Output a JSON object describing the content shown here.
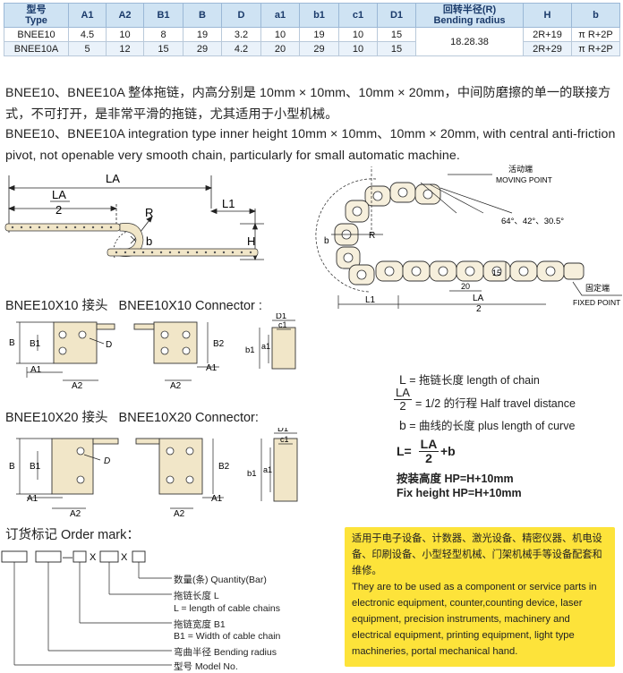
{
  "table": {
    "headers": [
      {
        "zh": "型号",
        "en": "Type"
      },
      {
        "zh": "",
        "en": "A1"
      },
      {
        "zh": "",
        "en": "A2"
      },
      {
        "zh": "",
        "en": "B1"
      },
      {
        "zh": "",
        "en": "B"
      },
      {
        "zh": "",
        "en": "D"
      },
      {
        "zh": "",
        "en": "a1"
      },
      {
        "zh": "",
        "en": "b1"
      },
      {
        "zh": "",
        "en": "c1"
      },
      {
        "zh": "",
        "en": "D1"
      },
      {
        "zh": "回转半径(R)",
        "en": "Bending radius"
      },
      {
        "zh": "",
        "en": "H"
      },
      {
        "zh": "",
        "en": "b"
      }
    ],
    "rows": [
      [
        "BNEE10",
        "4.5",
        "10",
        "8",
        "19",
        "3.2",
        "10",
        "19",
        "10",
        "15",
        "2R+19",
        "π R+2P"
      ],
      [
        "BNEE10A",
        "5",
        "12",
        "15",
        "29",
        "4.2",
        "20",
        "29",
        "10",
        "15",
        "2R+29",
        "π R+2P"
      ]
    ],
    "bending_radius": "18.28.38"
  },
  "desc_zh": "BNEE10、BNEE10A 整体拖链，内高分别是 10mm × 10mm、10mm × 20mm，中间防磨擦的单一的联接方式，不可打开，是非常平滑的拖链，尤其适用于小型机械。",
  "desc_en": "BNEE10、BNEE10A integration type inner height 10mm × 10mm、10mm × 20mm, with central anti-friction pivot, not openable very smooth chain, particularly for small automatic machine.",
  "diagram_left": {
    "la": "LA",
    "la2_num": "LA",
    "la2_den": "2",
    "r": "R",
    "l1": "L1",
    "b": "b",
    "h": "H"
  },
  "diagram_right": {
    "moving_zh": "活动端",
    "moving_en": "MOVING POINT",
    "fixed_zh": "固定端",
    "fixed_en": "FIXED POINT",
    "angles": "64°、42°、30.5°",
    "r": "R",
    "b": "b",
    "l1": "L1",
    "la_num": "LA",
    "la_den": "2",
    "dim20": "20",
    "dim15": "15"
  },
  "connector10": {
    "title_zh": "BNEE10X10 接头",
    "title_en": "BNEE10X10 Connector :",
    "labels": {
      "B": "B",
      "B1": "B1",
      "D": "D",
      "A1": "A1",
      "A2": "A2",
      "B2": "B2",
      "D1": "D1",
      "c1": "c1",
      "b1": "b1",
      "a1": "a1"
    }
  },
  "connector20": {
    "title_zh": "BNEE10X20 接头",
    "title_en": "BNEE10X20 Connector:",
    "labels": {
      "B": "B",
      "B1": "B1",
      "D": "D",
      "A1": "A1",
      "A2": "A2",
      "B2": "B2",
      "D1": "D1",
      "c1": "c1",
      "b1": "b1",
      "a1": "a1"
    }
  },
  "legend": {
    "l_sym": "L",
    "l_text": "= 拖链长度  length of chain",
    "la_num": "LA",
    "la_den": "2",
    "la_text": "= 1/2 的行程  Half travel distance",
    "b_sym": "b",
    "b_text": "= 曲线的长度  plus length of curve",
    "formula_l": "L=",
    "formula_num": "LA",
    "formula_den": "2",
    "formula_tail": "+b",
    "height_zh": "按装高度 HP=H+10mm",
    "height_en": "Fix height HP=H+10mm"
  },
  "order": {
    "title": "订货标记  Order mark：",
    "items": [
      "数量(条) Quantity(Bar)",
      "拖链长度 L",
      "L = length of cable chains",
      "拖链宽度 B1",
      "B1 = Width of cable chain",
      "弯曲半径 Bending radius",
      "型号 Model No."
    ],
    "sep1": "—",
    "sep2": "X",
    "sep3": "X"
  },
  "note": {
    "zh": "适用于电子设备、计数器、激光设备、精密仪器、机电设备、印刷设备、小型轻型机械、门架机械手等设备配套和维修。",
    "en": "They are to be used as a component or service parts in electronic equipment, counter,counting device, laser equipment, precision instruments, machinery and electrical equipment, printing equipment, light type machineries, portal mechanical hand."
  },
  "colors": {
    "table_header_bg": "#cfe3f3",
    "table_header_text": "#1a3a6a",
    "table_alt_row": "#eaf2fa",
    "note_bg": "#fde33a",
    "chain_fill": "#f1e6c8"
  }
}
